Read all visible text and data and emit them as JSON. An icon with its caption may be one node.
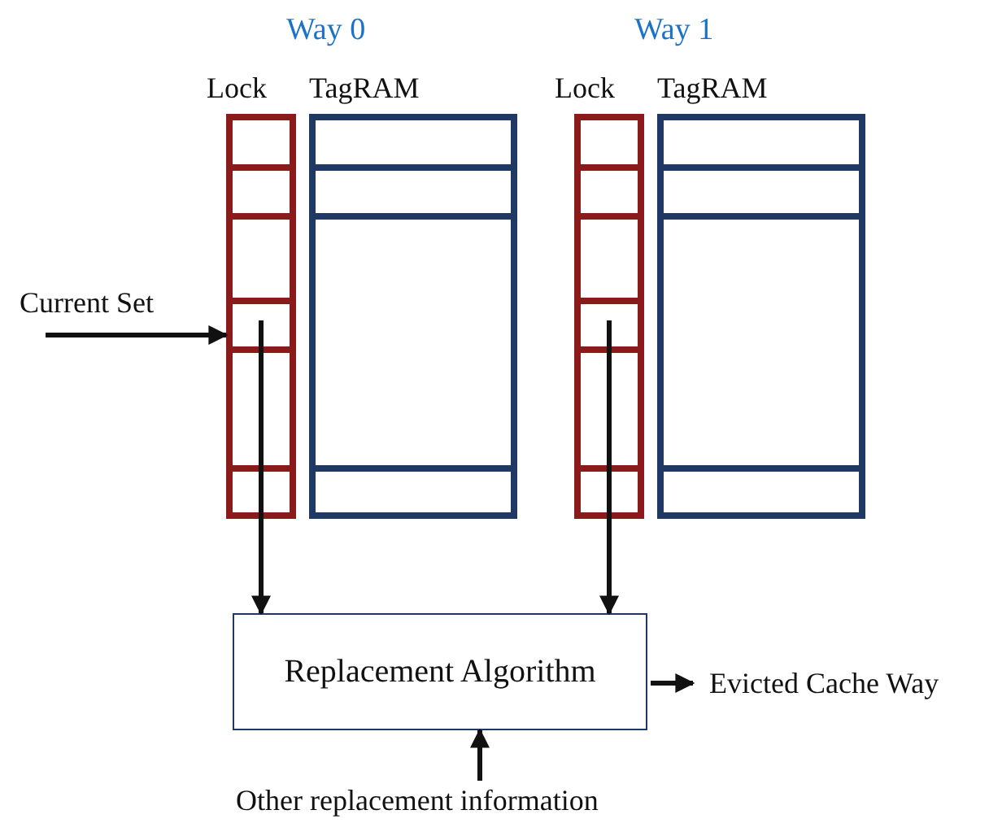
{
  "diagram": {
    "nodes": [
      {
        "text": [
          "Lock"
        ]
      },
      {
        "text": [
          "TagRAM"
        ]
      },
      {
        "text": [
          "Lock"
        ]
      },
      {
        "text": [
          "TagRAM"
        ]
      },
      {
        "text": [
          "Replacement Algorithm"
        ]
      },
      {
        "text": [
          "Current Set"
        ]
      },
      {
        "text": [
          "Evicted Cache Way"
        ]
      },
      {
        "text": [
          "Other replacement information"
        ]
      }
    ],
    "edges": [
      {
        "from": 5,
        "to": 0,
        "arrow": "to"
      },
      {
        "from": 0,
        "to": 4,
        "arrow": "to"
      },
      {
        "from": 2,
        "to": 4,
        "arrow": "to"
      },
      {
        "from": 4,
        "to": 6,
        "arrow": "to"
      },
      {
        "from": 7,
        "to": 4,
        "arrow": "to"
      }
    ],
    "labels": [
      "Way 0",
      "Way 1"
    ]
  }
}
